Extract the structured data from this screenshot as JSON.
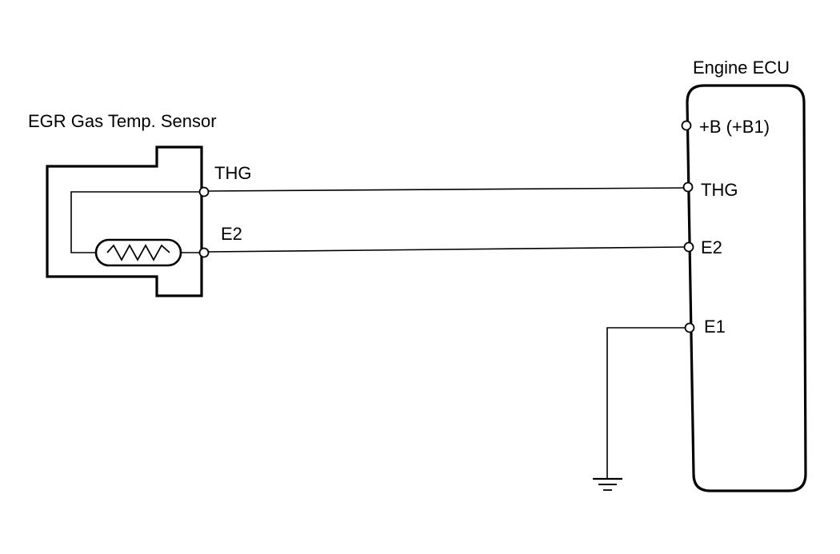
{
  "sensor": {
    "title": "EGR Gas Temp. Sensor",
    "terminals": {
      "thg": "THG",
      "e2": "E2"
    }
  },
  "ecu": {
    "title": "Engine ECU",
    "terminals": {
      "b": "+B (+B1)",
      "thg": "THG",
      "e2": "E2",
      "e1": "E1"
    }
  },
  "colors": {
    "line": "#000000",
    "background": "#ffffff"
  }
}
